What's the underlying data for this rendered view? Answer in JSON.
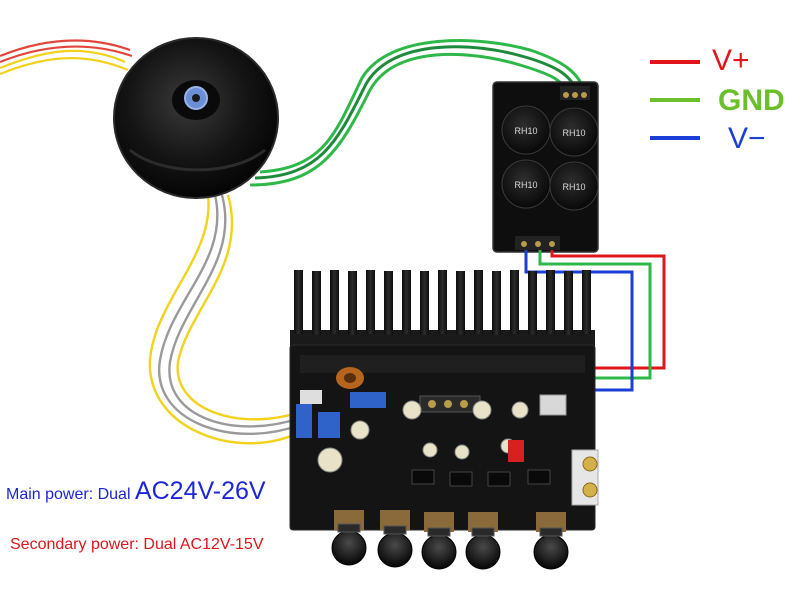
{
  "legend": {
    "vplus": {
      "label": "V+",
      "color": "#e0141b"
    },
    "gnd": {
      "label": "GND",
      "color": "#6bbf2a"
    },
    "vminus": {
      "label": "V−",
      "color": "#1b3fd6"
    }
  },
  "captions": {
    "main_prefix": "Main power: Dual ",
    "main_value": "AC24V-26V",
    "secondary": "Secondary power: Dual AC12V-15V"
  },
  "capacitor_marking": "RH10",
  "colors": {
    "wire_red": "#e0141b",
    "wire_green": "#2fb84a",
    "wire_blue": "#1b3fd6",
    "wire_yellow": "#f2d21c",
    "wire_gray": "#9a9a9a",
    "pcb": "#141414",
    "heatsink": "#1a1a1a"
  }
}
